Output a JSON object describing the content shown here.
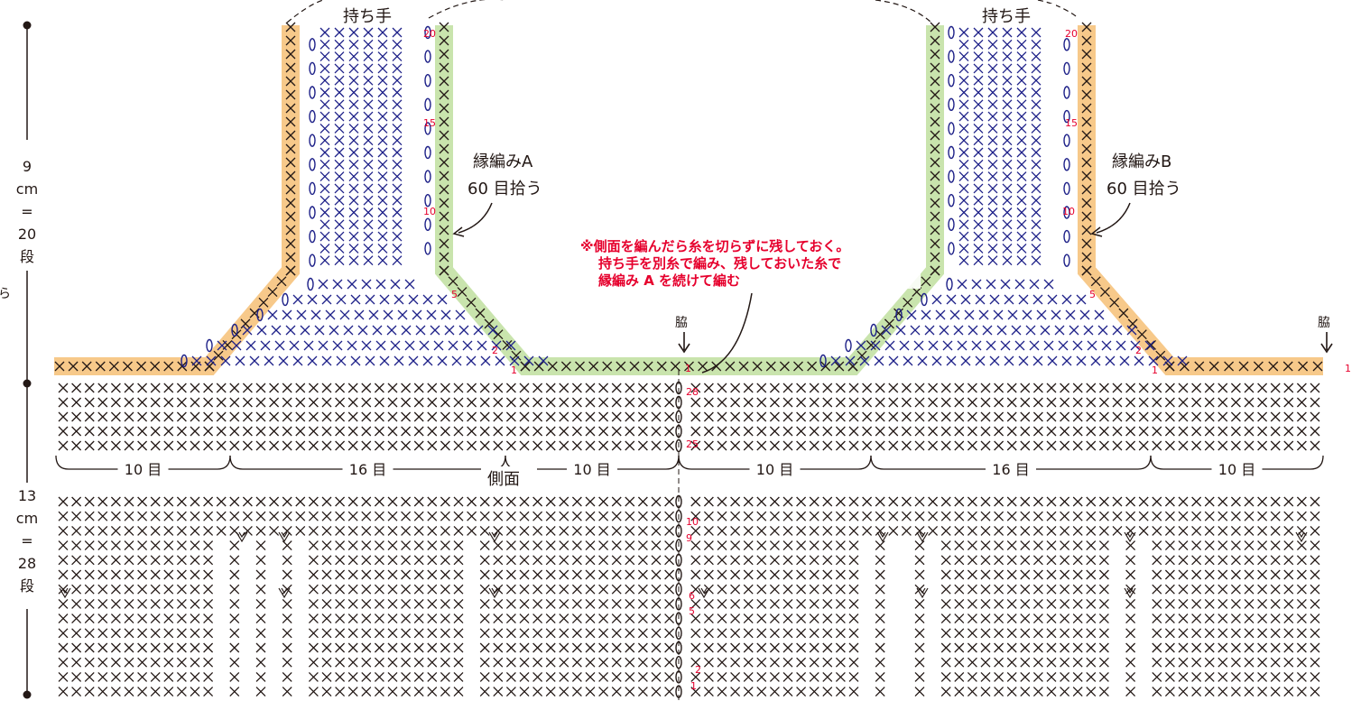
{
  "handle_label_left": "持ち手",
  "handle_label_right": "持ち手",
  "border_a_title": "縁編みA",
  "border_a_pickup": "60 目拾う",
  "border_b_title": "縁編みB",
  "border_b_pickup": "60 目拾う",
  "note_line1": "※側面を編んだら糸を切らずに残しておく。",
  "note_line2": "持ち手を別糸で編み、残しておいた糸で",
  "note_line3": "縁編み A を続けて編む",
  "side_marker_center": "脇",
  "side_marker_right": "脇",
  "side_label": "側面",
  "widths": [
    "10 目",
    "16 目",
    "10 目",
    "10 目",
    "16 目",
    "10 目"
  ],
  "height_top": {
    "value": "9",
    "unit": "cm",
    "eq": "=",
    "rows": "20",
    "rows_unit": "段"
  },
  "height_bottom": {
    "value": "13",
    "unit": "cm",
    "eq": "=",
    "rows": "28",
    "rows_unit": "段"
  },
  "left_edge_fragment": "ら",
  "handle_row_numbers": [
    "20",
    "15",
    "10",
    "5",
    "2",
    "1"
  ],
  "side_row_numbers": [
    "28",
    "25",
    "10",
    "9",
    "6",
    "5",
    "2",
    "1"
  ],
  "colors": {
    "handle_stitch": "#1d2088",
    "border_a": "#c9e4ad",
    "border_b": "#f7c98a",
    "stitch": "#231815",
    "note": "#e6002d",
    "row_number": "#e6002d"
  }
}
